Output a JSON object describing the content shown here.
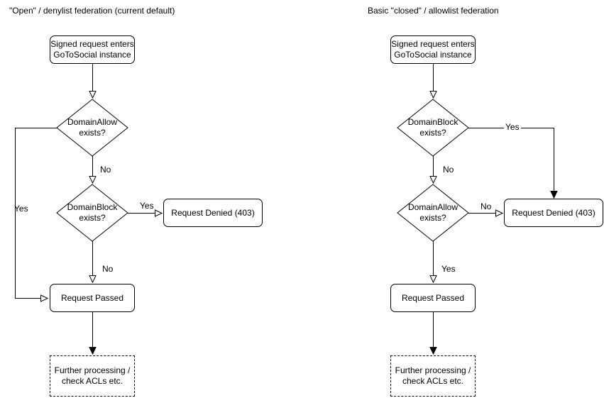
{
  "left_diagram": {
    "title": "\"Open\" / denylist federation (current default)",
    "start": "Signed request enters\nGoToSocial instance",
    "decision1": "DomainAllow\nexists?",
    "decision1_no": "No",
    "decision1_yes": "Yes",
    "decision2": "DomainBlock\nexists?",
    "decision2_yes": "Yes",
    "decision2_no": "No",
    "denied": "Request Denied (403)",
    "passed": "Request Passed",
    "further": "Further processing /\ncheck ACLs etc."
  },
  "right_diagram": {
    "title": "Basic \"closed\" / allowlist federation",
    "start": "Signed request enters\nGoToSocial instance",
    "decision1": "DomainBlock\nexists?",
    "decision1_yes": "Yes",
    "decision1_no": "No",
    "decision2": "DomainAllow\nexists?",
    "decision2_no": "No",
    "decision2_yes": "Yes",
    "denied": "Request Denied (403)",
    "passed": "Request Passed",
    "further": "Further processing /\ncheck ACLs etc."
  },
  "colors": {
    "line": "#000000",
    "text": "#000000",
    "background": "#ffffff"
  }
}
